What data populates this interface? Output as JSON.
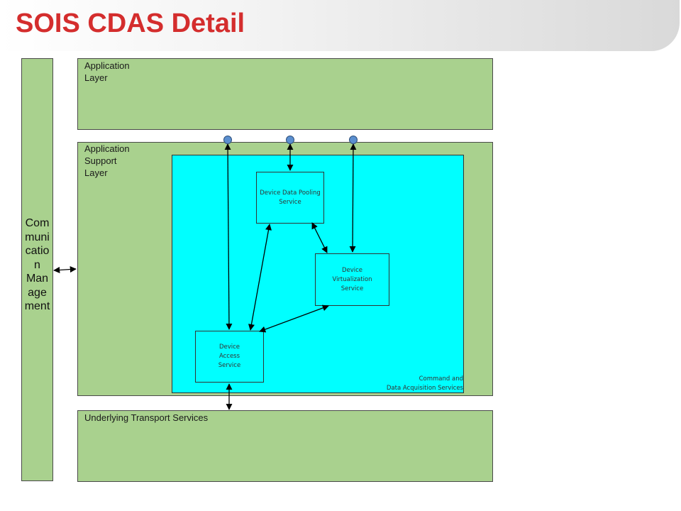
{
  "title": "SOIS CDAS Detail",
  "communication_management": {
    "label": "Com\nmuni\ncatio\nn\nMan\nage\nment"
  },
  "layers": {
    "application": "Application\nLayer",
    "application_support": "Application\nSupport\nLayer",
    "transport": "Underlying Transport Services"
  },
  "cdas": {
    "label": "Command and\nData Acquisition Services",
    "services": {
      "pooling": "Device Data Pooling\nService",
      "virtualization": "Device\nVirtualization\nService",
      "access": "Device\nAccess\nService"
    }
  },
  "colors": {
    "title": "#d42d2d",
    "layer_fill": "#a9d18e",
    "cdas_fill": "#00ffff",
    "sap_circle": "#5b8fd0"
  }
}
